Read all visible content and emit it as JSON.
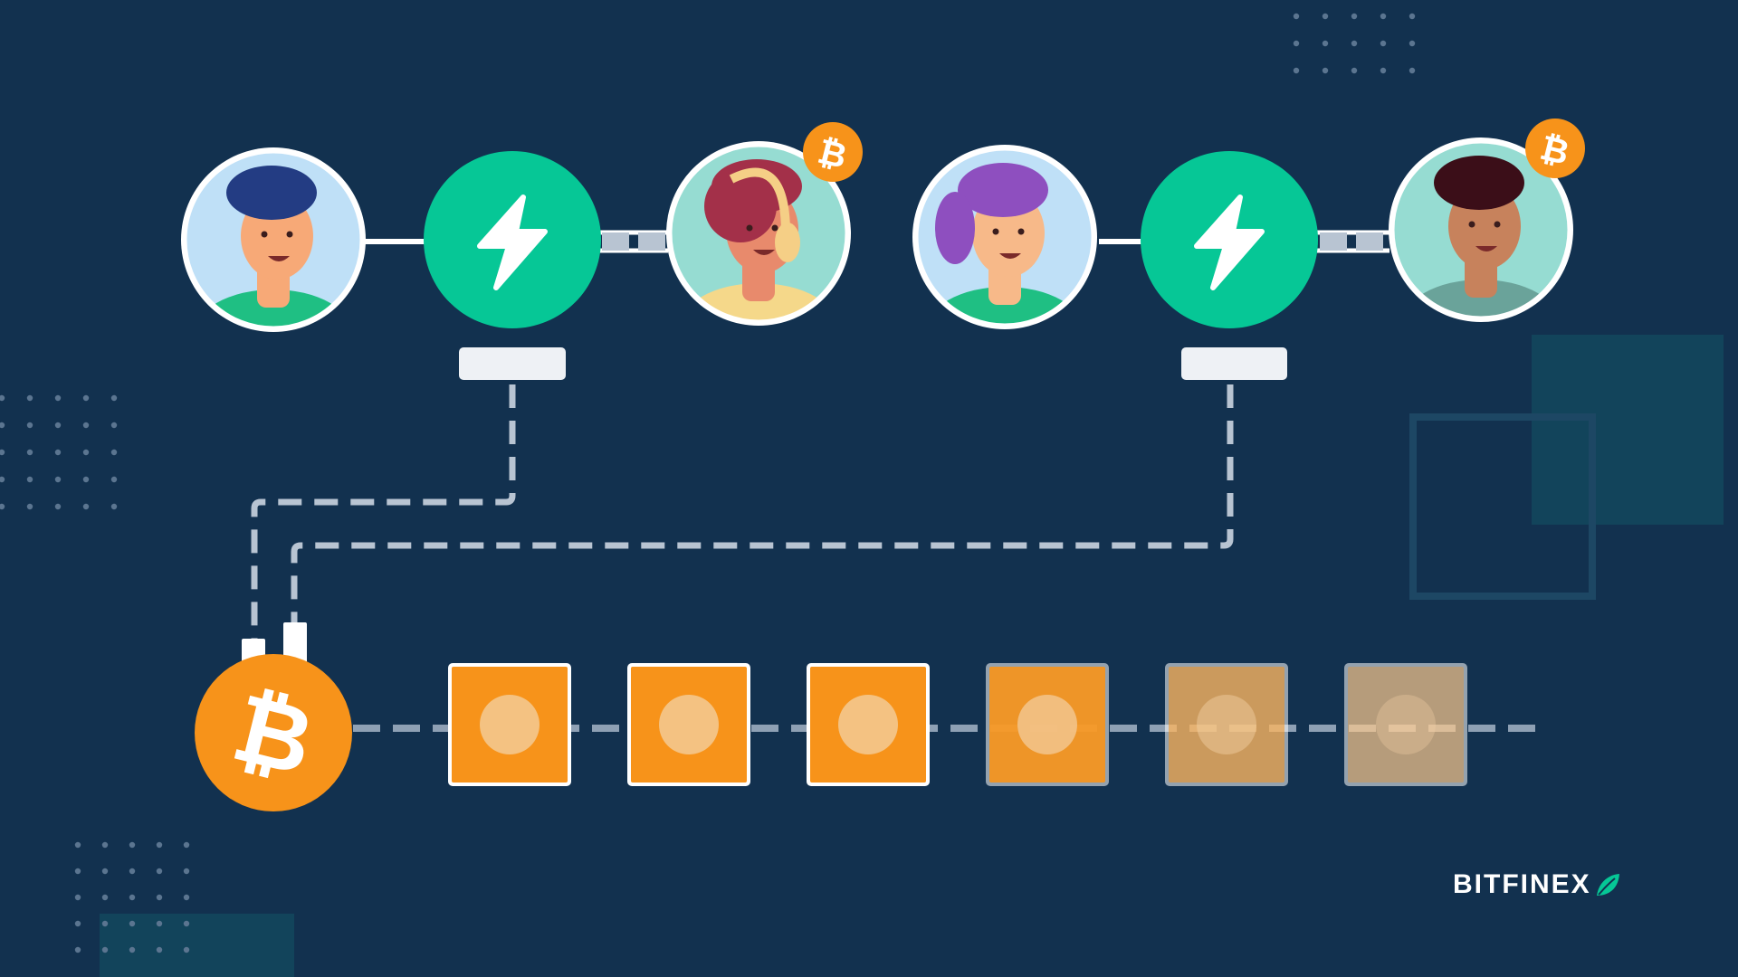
{
  "brand": {
    "name": "BITFINEX",
    "logo_icon": "leaf-icon"
  },
  "colors": {
    "background": "#12314f",
    "lightning_node": "#06c796",
    "bitcoin_orange": "#f7931a",
    "connector": "#b8c4d2"
  },
  "participants": [
    {
      "id": "user-1",
      "avatar_icon": "person-blue-hair-avatar",
      "has_bitcoin_badge": false
    },
    {
      "id": "user-2",
      "avatar_icon": "person-red-hair-headphones-avatar",
      "has_bitcoin_badge": true
    },
    {
      "id": "user-3",
      "avatar_icon": "person-purple-hair-avatar",
      "has_bitcoin_badge": false
    },
    {
      "id": "user-4",
      "avatar_icon": "person-dark-hair-avatar",
      "has_bitcoin_badge": true
    }
  ],
  "lightning_nodes": [
    {
      "id": "node-1",
      "icon": "lightning-icon"
    },
    {
      "id": "node-2",
      "icon": "lightning-icon"
    }
  ],
  "blockchain": {
    "anchor_icon": "bitcoin-icon",
    "blocks": [
      {
        "opacity": 1.0
      },
      {
        "opacity": 1.0
      },
      {
        "opacity": 1.0
      },
      {
        "opacity": 0.9
      },
      {
        "opacity": 0.55
      },
      {
        "opacity": 0.35
      }
    ]
  }
}
